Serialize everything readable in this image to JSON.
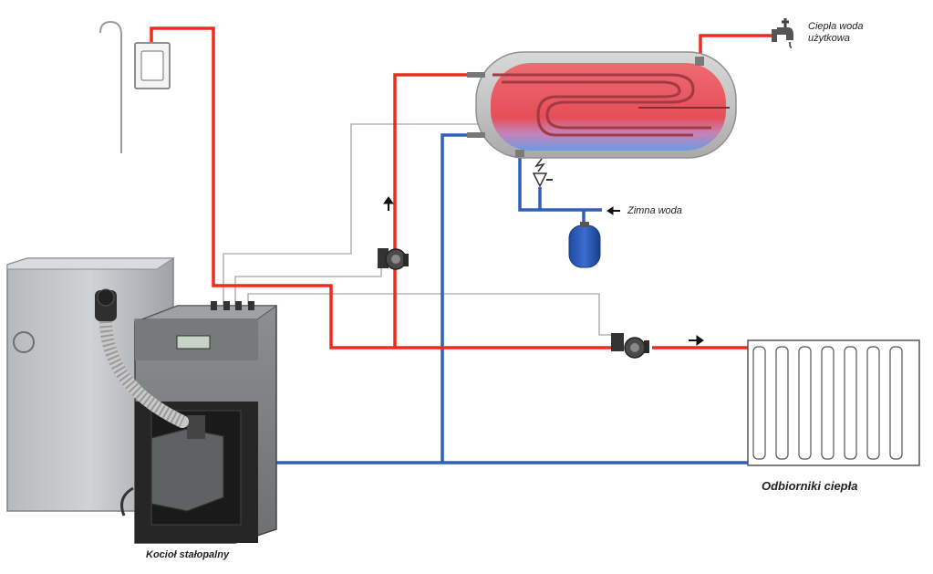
{
  "labels": {
    "hot_water": "Ciepła woda\nużytkowa",
    "cold_water": "Zimna woda",
    "heat_receivers": "Odbiorniki ciepła",
    "boiler": "Kocioł stałopalny"
  },
  "colors": {
    "supply_pipe": "#ee2b1f",
    "return_pipe": "#2f5fb8",
    "signal_wire": "#b5b5b5",
    "tank_hot": "#e9585f",
    "tank_cold": "#6f9be0"
  },
  "icons": [
    "thermostat-icon",
    "tap-icon",
    "pump-icon",
    "safety-valve-icon",
    "expansion-vessel-icon",
    "flow-arrow-icon"
  ]
}
